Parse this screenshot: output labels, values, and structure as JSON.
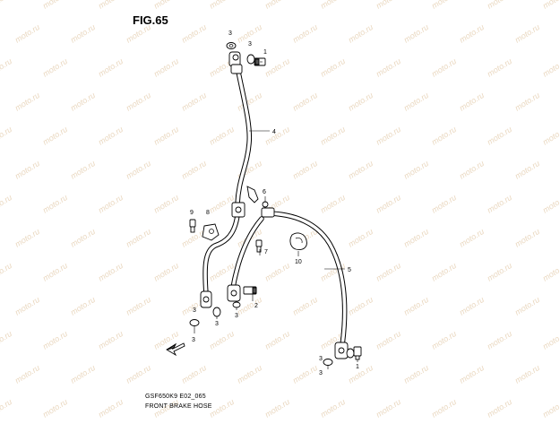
{
  "figure": {
    "title": "FIG.65"
  },
  "footer": {
    "code": "GSF650K9 E02_065",
    "name": "FRONT BRAKE HOSE"
  },
  "watermark": {
    "text": "moto.ru"
  },
  "callouts": {
    "bolt_top": "1",
    "washer_top": "3",
    "washer_top_right": "3",
    "hose_upper": "4",
    "clamp_upper": "6",
    "bolt_mid": "7",
    "guide_left": "8",
    "bolt_left": "9",
    "grommet": "10",
    "hose_lower_right": "5",
    "bolt_lower": "2",
    "washer_lower_a": "3",
    "washer_lower_b": "3",
    "washer_lower_c": "3",
    "washer_lower_d": "3",
    "washer_right_a": "3",
    "washer_right_b": "3",
    "bolt_right": "1"
  }
}
